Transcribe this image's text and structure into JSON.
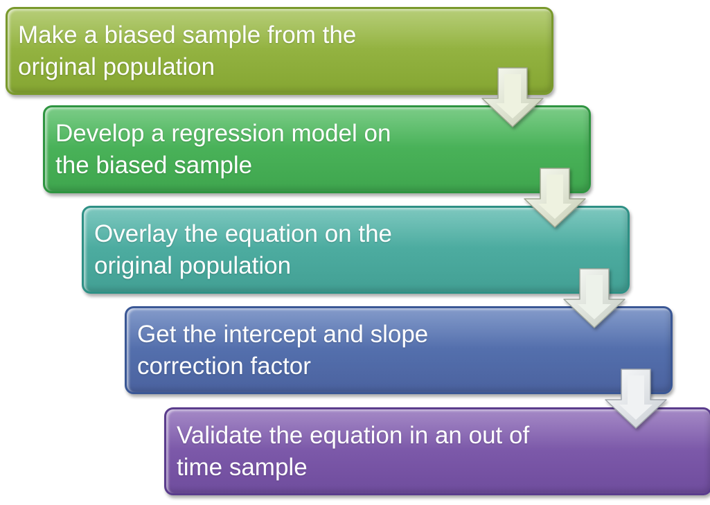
{
  "diagram": {
    "type": "step-down-process",
    "background": "#ffffff",
    "text_color": "#ffffff",
    "steps": [
      {
        "label": "Make a biased sample from the original population",
        "lines": [
          "Make a biased sample from the",
          "original population"
        ],
        "colors": {
          "top": "#9ebd4b",
          "bottom": "#83a42e",
          "border": "#79992c"
        }
      },
      {
        "label": "Develop a regression model on the biased sample",
        "lines": [
          "Develop a regression model on",
          "the biased sample"
        ],
        "colors": {
          "top": "#4fbb5f",
          "bottom": "#3ba44b",
          "border": "#2e9440"
        }
      },
      {
        "label": "Overlay the equation on the original population",
        "lines": [
          "Overlay the equation on the",
          "original population"
        ],
        "colors": {
          "top": "#52b5a9",
          "bottom": "#3f9e92",
          "border": "#2e9085"
        }
      },
      {
        "label": "Get the intercept and slope correction factor",
        "lines": [
          "Get the intercept and slope",
          "correction factor"
        ],
        "colors": {
          "top": "#5a79b8",
          "bottom": "#475f9d",
          "border": "#3a5795"
        }
      },
      {
        "label": "Validate the equation in an out of time sample",
        "lines": [
          "Validate the equation in an out of",
          "time sample"
        ],
        "colors": {
          "top": "#8662b3",
          "bottom": "#6c499b",
          "border": "#5a3c8c"
        }
      }
    ],
    "connectors": [
      {
        "face": "#eef2e0",
        "frame_light": "#fafcf4",
        "frame_dark": "#c6cdb4",
        "edge": "#9fa690"
      },
      {
        "face": "#eef2e0",
        "frame_light": "#fafcf4",
        "frame_dark": "#c6cdb4",
        "edge": "#9fa690"
      },
      {
        "face": "#edf2ea",
        "frame_light": "#f9fbf7",
        "frame_dark": "#c5ccc2",
        "edge": "#9ea69c"
      },
      {
        "face": "#f0f2f3",
        "frame_light": "#fbfcfd",
        "frame_dark": "#c8cdd2",
        "edge": "#a0a5ab"
      }
    ]
  }
}
